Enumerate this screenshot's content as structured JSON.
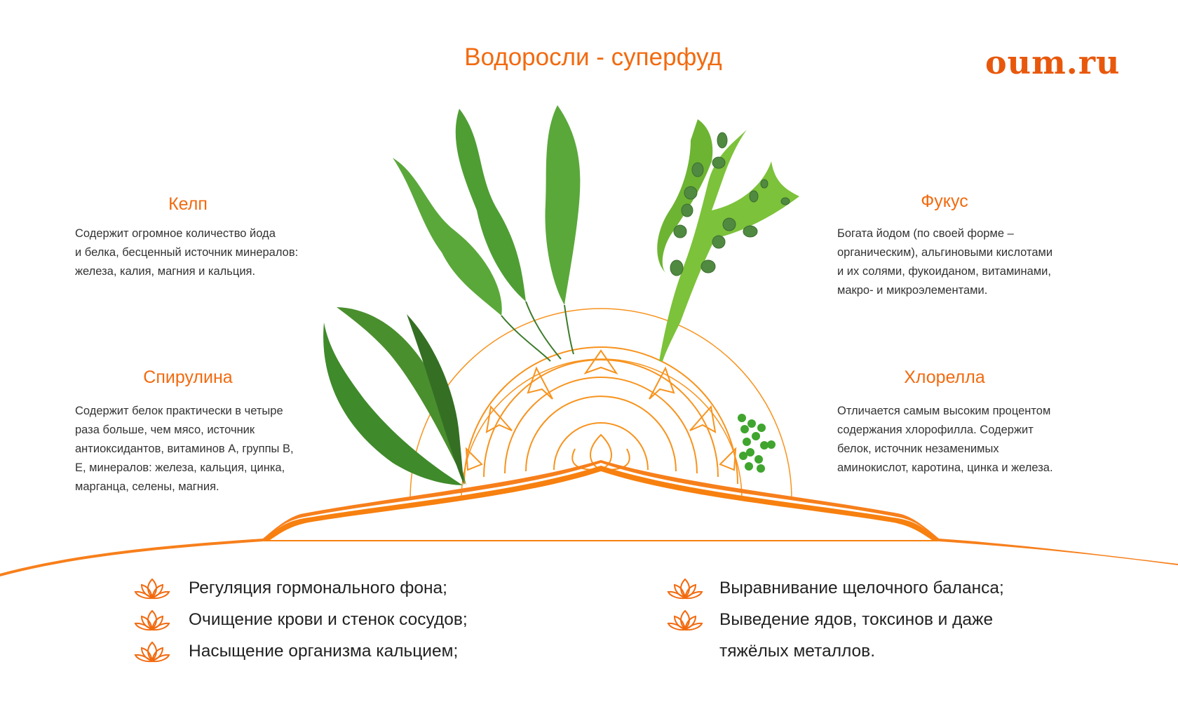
{
  "title": "Водоросли - суперфуд",
  "logo": "oum.ru",
  "sections": {
    "kelp": {
      "heading": "Келп",
      "lines": [
        "Содержит огромное количество йода",
        "и белка, бесценный источник минералов:",
        "железа, калия, магния и кальция."
      ]
    },
    "spirulina": {
      "heading": "Спирулина",
      "lines": [
        "Содержит белок практически в четыре",
        "раза больше, чем мясо, источник",
        "антиоксидантов, витаминов А, группы В,",
        "Е, минералов: железа, кальция, цинка,",
        "марганца, селены, магния."
      ]
    },
    "fucus": {
      "heading": "Фукус",
      "lines": [
        "Богата йодом (по своей форме –",
        "органическим), альгиновыми кислотами",
        "и их солями, фукоиданом, витаминами,",
        "макро- и микроэлементами."
      ]
    },
    "chlorella": {
      "heading": "Хлорелла",
      "lines": [
        "Отличается самым высоким процентом",
        "содержания хлорофилла. Содержит",
        "белок, источник незаменимых",
        "аминокислот, каротина, цинка и железа."
      ]
    }
  },
  "benefits_left": [
    "Регуляция гормонального фона;",
    "Очищение крови и стенок сосудов;",
    "Насыщение организма кальцием;"
  ],
  "benefits_right": [
    "Выравнивание щелочного баланса;",
    "Выведение ядов, токсинов и даже",
    "тяжёлых металлов."
  ],
  "colors": {
    "accent": "#f26a0f",
    "green": "#5aa83a",
    "lime": "#7cc23a"
  }
}
